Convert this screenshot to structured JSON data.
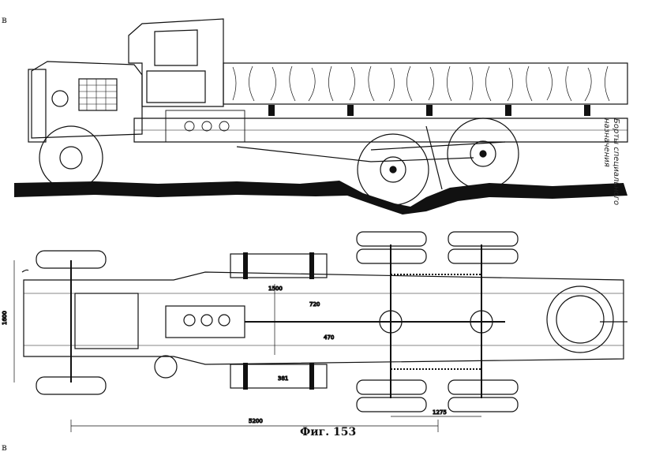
{
  "figure": {
    "caption": "Фиг. 153",
    "side_note_line1": "Борты специального",
    "side_note_line2": "назначения",
    "edge_mark_top": "в",
    "edge_mark_bottom": "в"
  },
  "dimensions": {
    "overall_length": "5200",
    "rear_axle_spacing": "1275",
    "track_width": "1600",
    "frame_length": "1500",
    "dim_a": "720",
    "dim_b": "470",
    "dim_c": "381"
  },
  "colors": {
    "ink": "#111111",
    "paper": "#ffffff"
  }
}
